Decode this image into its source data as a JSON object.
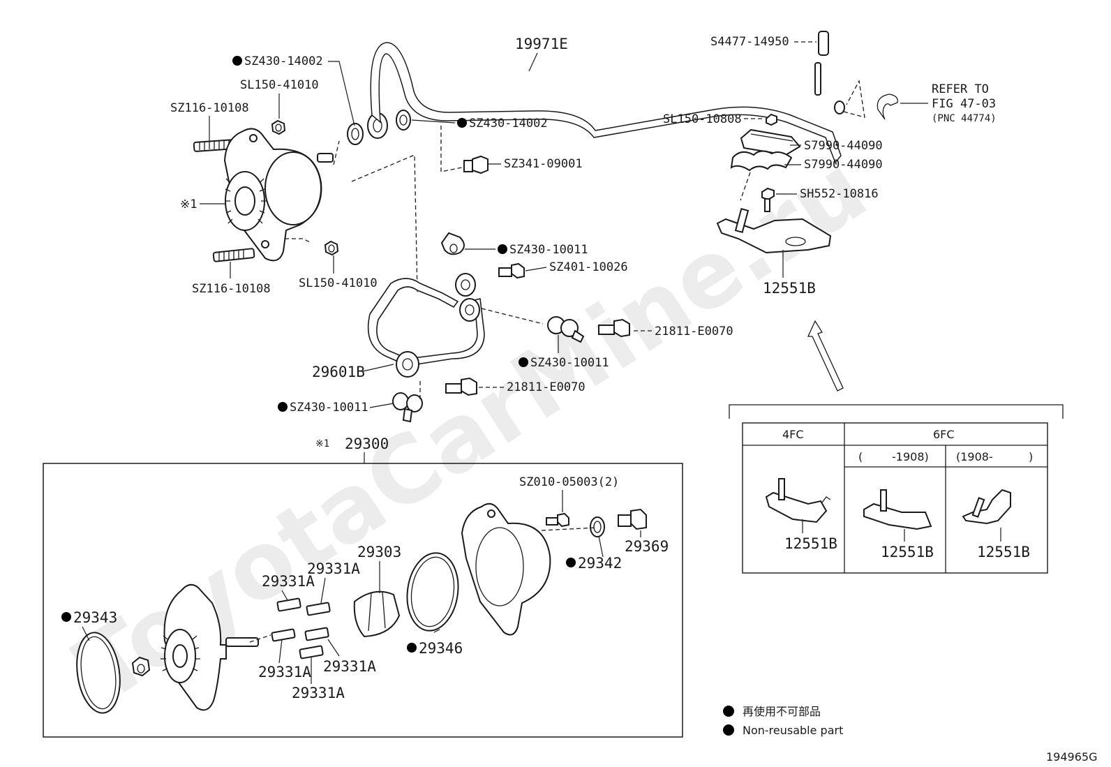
{
  "watermark": "ToyotaCarMine.ru",
  "drawing_number": "194965G",
  "refer": {
    "line1": "REFER TO",
    "line2": "FIG 47-03",
    "line3": "(PNC 44774)"
  },
  "labels": {
    "sz430_14002_a": "SZ430-14002",
    "sz430_14002_b": "SZ430-14002",
    "sl150_41010_a": "SL150-41010",
    "sl150_41010_b": "SL150-41010",
    "sz116_10108_a": "SZ116-10108",
    "sz116_10108_b": "SZ116-10108",
    "ref1_mark": "※1",
    "hose_19971e": "19971E",
    "s4477_14950": "S4477-14950",
    "sl150_10808": "SL150-10808",
    "s7990_44090_a": "S7990-44090",
    "s7990_44090_b": "S7990-44090",
    "sh552_10816": "SH552-10816",
    "sz341_09001": "SZ341-09001",
    "sz430_10011_a": "SZ430-10011",
    "sz430_10011_b": "SZ430-10011",
    "sz430_10011_c": "SZ430-10011",
    "sz401_10026": "SZ401-10026",
    "e0070_a": "21811-E0070",
    "e0070_b": "21811-E0070",
    "tube_29601b": "29601B",
    "bracket_12551b": "12551B",
    "kit_mark": "※1",
    "kit_29300": "29300",
    "sz010_05003": "SZ010-05003(2)",
    "p29369": "29369",
    "p29342": "29342",
    "p29303": "29303",
    "p29331a_1": "29331A",
    "p29331a_2": "29331A",
    "p29331a_3": "29331A",
    "p29331a_4": "29331A",
    "p29331a_5": "29331A",
    "p29343": "29343",
    "p29346": "29346"
  },
  "variant_table": {
    "col_4fc": "4FC",
    "col_6fc": "6FC",
    "sub_open": "(",
    "sub_before": "-1908)",
    "sub_after": "(1908-",
    "sub_close": ")",
    "cell_4fc": "12551B",
    "cell_6fc_before": "12551B",
    "cell_6fc_after": "12551B"
  },
  "legend": {
    "japanese": "再使用不可部品",
    "english": "Non-reusable part"
  }
}
